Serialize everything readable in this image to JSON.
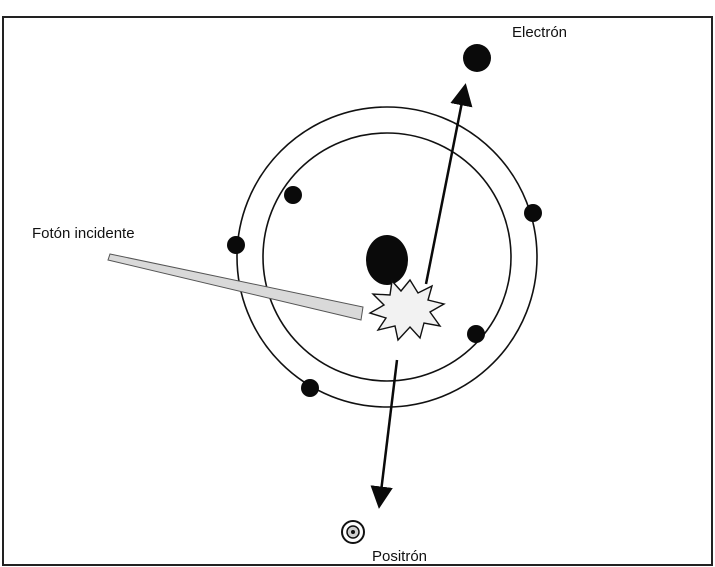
{
  "diagram": {
    "labels": {
      "electron": "Electrón",
      "incident_photon": "Fotón incidente",
      "positron": "Positrón"
    },
    "colors": {
      "frame": "#222222",
      "orbit": "#111111",
      "particle": "#0a0a0a",
      "photon_fill": "#d9d9d9",
      "flash_fill": "#f2f2f2",
      "positron_fill": "#cfcfcf"
    },
    "icons": {
      "nucleus": "filled-circle",
      "orbital_electron": "filled-circle",
      "interaction": "starburst",
      "positron": "ringed-circle"
    }
  }
}
